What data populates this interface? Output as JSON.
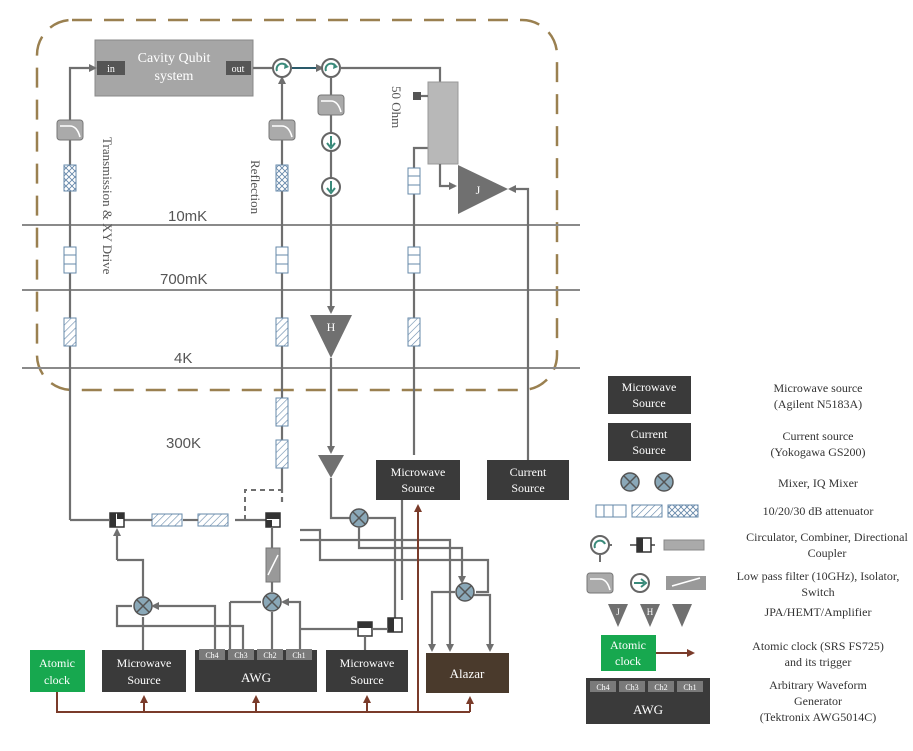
{
  "colors": {
    "dark_box": "#3a3a3a",
    "gray_box": "#a6a6a6",
    "atomic_clock": "#17a84f",
    "alazar": "#4a3a2c",
    "dashed_border": "#9a8050",
    "trigger_line": "#7a3b2a",
    "wire": "#6f6f6f"
  },
  "cavity": {
    "title_line1": "Cavity Qubit",
    "title_line2": "system",
    "port_in": "in",
    "port_out": "out"
  },
  "temperatures": {
    "t10mk": "10mK",
    "t700mk": "700mK",
    "t4k": "4K",
    "t300k": "300K"
  },
  "vertical_labels": {
    "transmission": "Transmission & XY Drive",
    "reflection": "Reflection",
    "ohm": "50 Ohm"
  },
  "amplifiers": {
    "jpa": "J",
    "hemt": "H"
  },
  "instruments": {
    "atomic_clock_line1": "Atomic",
    "atomic_clock_line2": "clock",
    "mw_source_line1": "Microwave",
    "mw_source_line2": "Source",
    "current_line1": "Current",
    "current_line2": "Source",
    "awg": "AWG",
    "alazar": "Alazar",
    "channels": [
      "Ch4",
      "Ch3",
      "Ch2",
      "Ch1"
    ]
  },
  "legend": {
    "mw_desc_1": "Microwave source",
    "mw_desc_2": "(Agilent N5183A)",
    "cs_desc_1": "Current source",
    "cs_desc_2": "(Yokogawa GS200)",
    "mixer_desc": "Mixer, IQ Mixer",
    "atten_desc": "10/20/30 dB attenuator",
    "circ_desc_1": "Circulator, Combiner, Directional",
    "circ_desc_2": "Coupler",
    "lpf_desc_1": "Low pass filter (10GHz), Isolator,",
    "lpf_desc_2": "Switch",
    "amp_desc": "JPA/HEMT/Amplifier",
    "clock_desc_1": "Atomic clock (SRS FS725)",
    "clock_desc_2": "and its trigger",
    "awg_desc_1": "Arbitrary Waveform",
    "awg_desc_2": "Generator",
    "awg_desc_3": "(Tektronix AWG5014C)"
  }
}
